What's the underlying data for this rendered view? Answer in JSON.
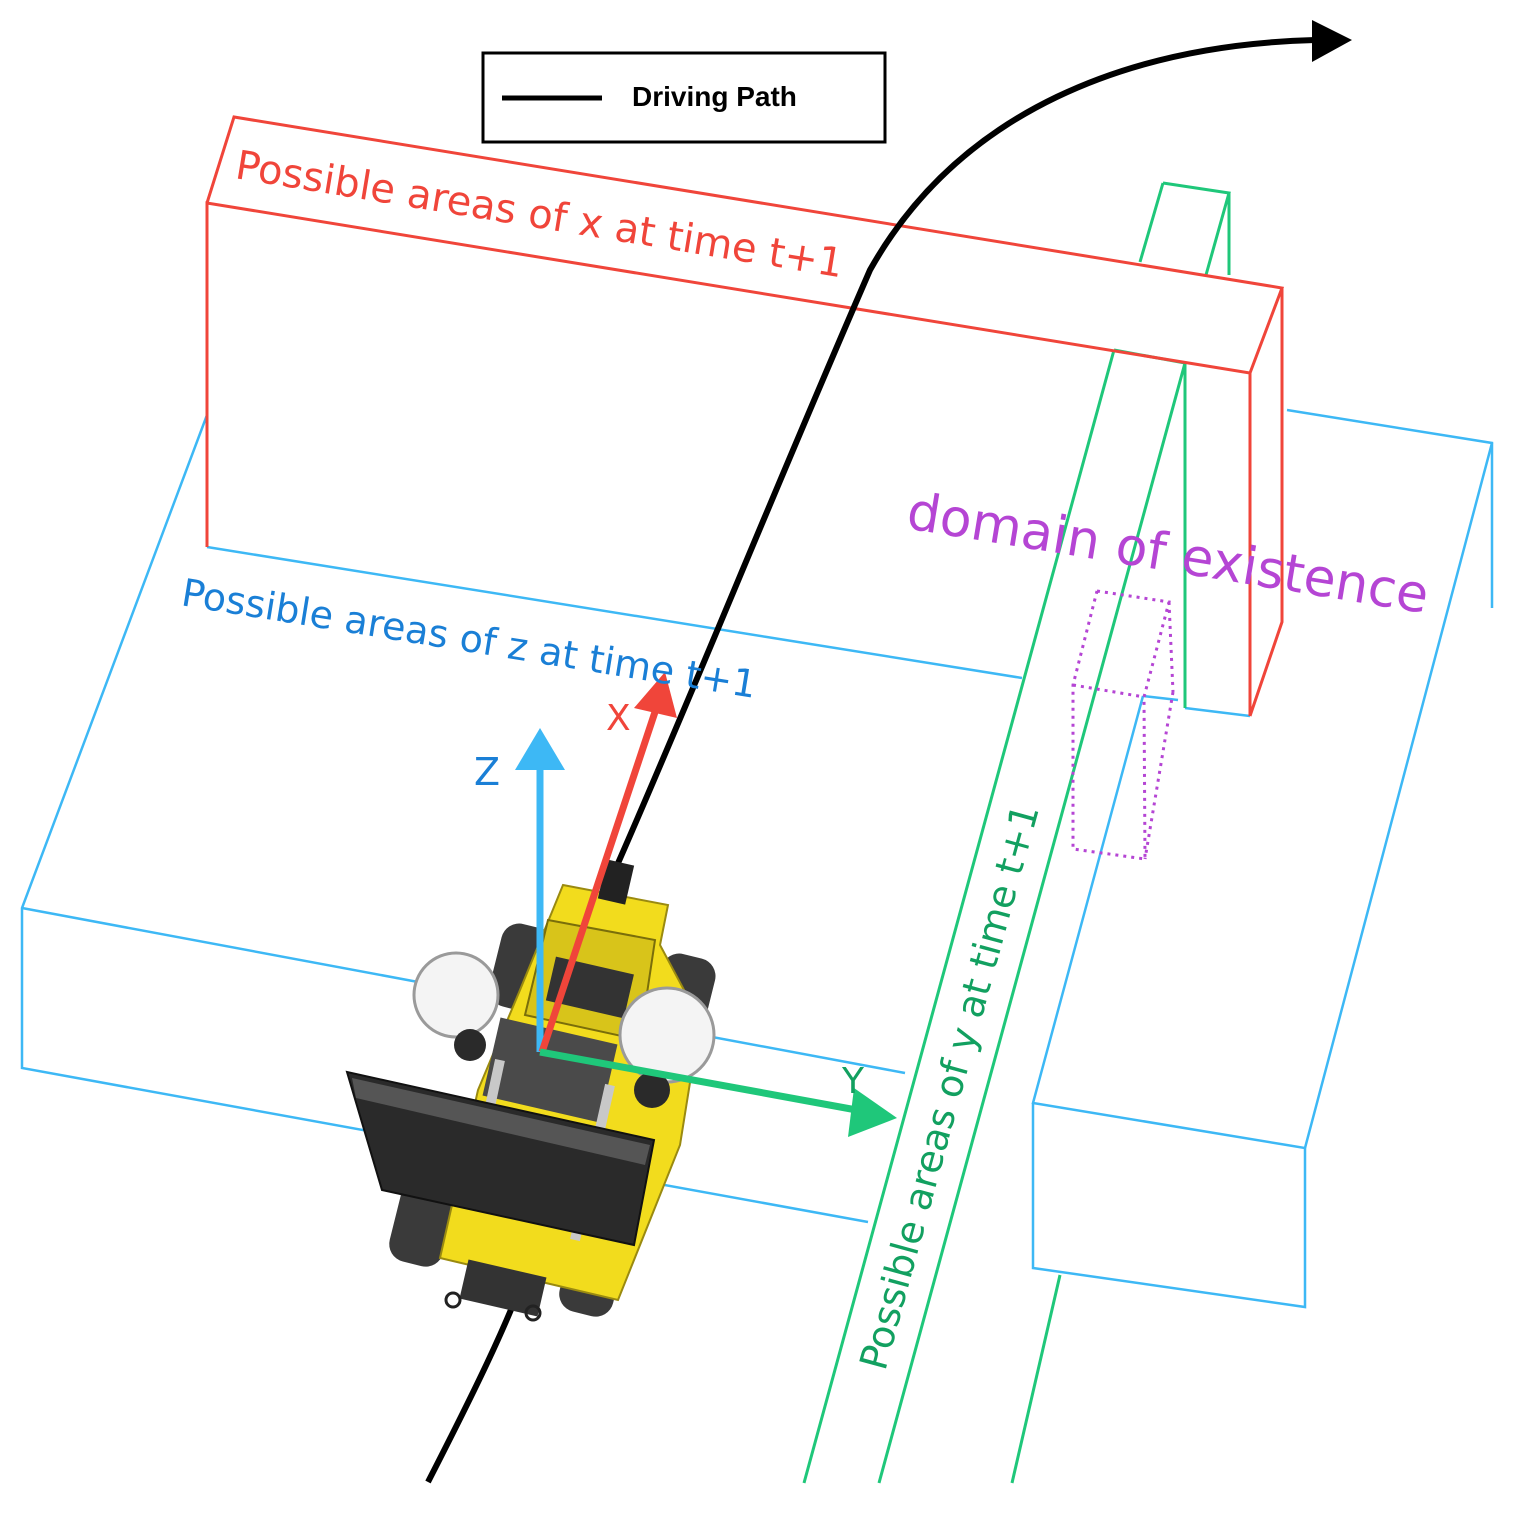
{
  "legend": {
    "driving_path_label": "Driving Path"
  },
  "labels": {
    "area_x": "Possible areas of x at time t+1",
    "area_z": "Possible areas of z at time t+1",
    "area_y": "Possible areas of y at time t+1",
    "domain": "domain of existence"
  },
  "axes": {
    "x": "X",
    "y": "Y",
    "z": "Z"
  },
  "colors": {
    "x_region": "#f0453a",
    "z_region": "#3db8f5",
    "y_region": "#1fc77a",
    "domain": "#b545d4",
    "path": "#000000",
    "x_text": "#f0453a",
    "z_text": "#1a7fd6",
    "y_text": "#12a060",
    "robot_body": "#f2dc1d"
  },
  "icons": {
    "robot": "robot-vehicle-icon",
    "path_arrow": "arrow-head-icon"
  }
}
